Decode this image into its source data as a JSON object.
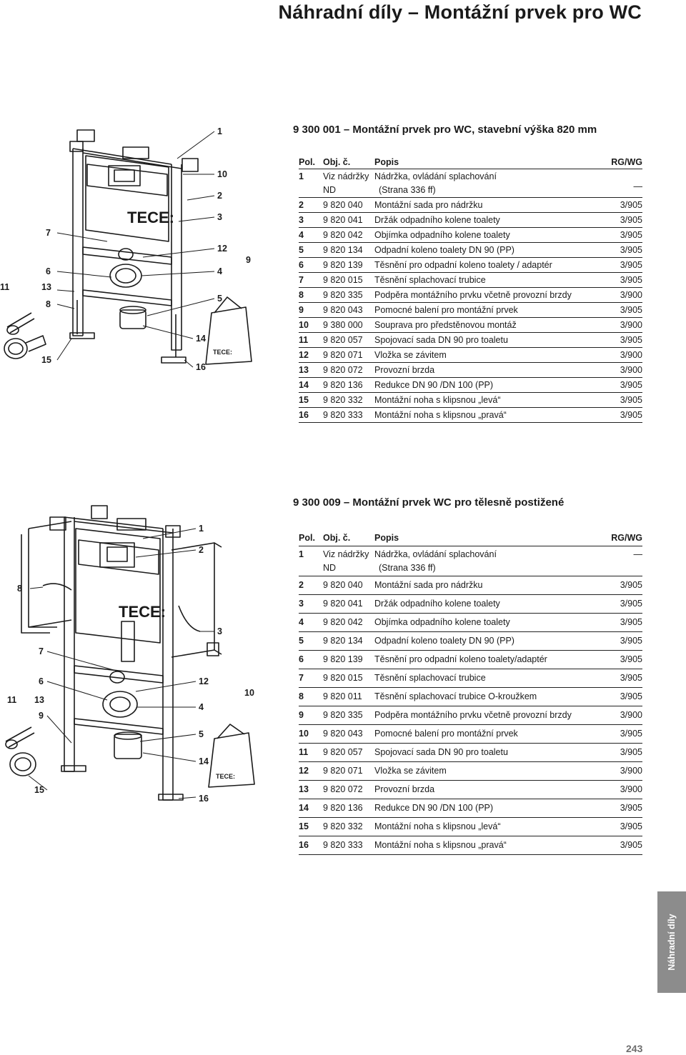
{
  "page": {
    "title": "Náhradní díly – Montážní prvek pro WC",
    "side_tab": "Náhradní díly",
    "page_number": "243"
  },
  "sections": [
    {
      "title": "9 300 001 – Montážní prvek pro WC, stavební výška 820 mm",
      "header": {
        "pos": "Pol.",
        "obj": "Obj. č.",
        "desc": "Popis",
        "rg": "RG/WG"
      },
      "rows": [
        {
          "pos": "1",
          "obj": "Viz nádržky",
          "obj2": "ND",
          "desc": "Nádržka, ovládání splachování",
          "desc2": "(Strana 336 ff)",
          "rg": "—"
        },
        {
          "pos": "2",
          "obj": "9 820 040",
          "desc": "Montážní sada pro nádržku",
          "rg": "3/905"
        },
        {
          "pos": "3",
          "obj": "9 820 041",
          "desc": "Držák odpadního kolene toalety",
          "rg": "3/905"
        },
        {
          "pos": "4",
          "obj": "9 820 042",
          "desc": "Objímka odpadního kolene toalety",
          "rg": "3/905"
        },
        {
          "pos": "5",
          "obj": "9 820 134",
          "desc": "Odpadní koleno toalety DN 90 (PP)",
          "rg": "3/905"
        },
        {
          "pos": "6",
          "obj": "9 820 139",
          "desc": "Těsnění pro odpadní koleno toalety / adaptér",
          "rg": "3/905"
        },
        {
          "pos": "7",
          "obj": "9 820 015",
          "desc": "Těsnění splachovací trubice",
          "rg": "3/905"
        },
        {
          "pos": "8",
          "obj": "9 820 335",
          "desc": "Podpěra montážního prvku včetně provozní brzdy",
          "rg": "3/900"
        },
        {
          "pos": "9",
          "obj": "9 820 043",
          "desc": "Pomocné balení pro montážní prvek",
          "rg": "3/905"
        },
        {
          "pos": "10",
          "obj": "9 380 000",
          "desc": "Souprava pro předstěnovou montáž",
          "rg": "3/900"
        },
        {
          "pos": "11",
          "obj": "9 820 057",
          "desc": "Spojovací sada DN 90 pro toaletu",
          "rg": "3/905"
        },
        {
          "pos": "12",
          "obj": "9 820 071",
          "desc": "Vložka se závitem",
          "rg": "3/900"
        },
        {
          "pos": "13",
          "obj": "9 820 072",
          "desc": "Provozní brzda",
          "rg": "3/900"
        },
        {
          "pos": "14",
          "obj": "9 820 136",
          "desc": "Redukce DN 90 /DN 100 (PP)",
          "rg": "3/905"
        },
        {
          "pos": "15",
          "obj": "9 820 332",
          "desc": "Montážní noha s klipsnou „levá“",
          "rg": "3/905"
        },
        {
          "pos": "16",
          "obj": "9 820 333",
          "desc": "Montážní noha s klipsnou „pravá“",
          "rg": "3/905"
        }
      ],
      "diagram": {
        "logo": "TECE:",
        "bag_logo": "TECE:",
        "callouts": [
          "1",
          "10",
          "2",
          "3",
          "7",
          "12",
          "9",
          "6",
          "4",
          "11",
          "13",
          "8",
          "5",
          "14",
          "15",
          "16"
        ]
      }
    },
    {
      "title": "9 300 009 – Montážní prvek WC pro tělesně postižené",
      "header": {
        "pos": "Pol.",
        "obj": "Obj. č.",
        "desc": "Popis",
        "rg": "RG/WG"
      },
      "rows": [
        {
          "pos": "1",
          "obj": "Viz nádržky",
          "obj2": "ND",
          "desc": "Nádržka, ovládání splachování",
          "desc2": "(Strana 336 ff)",
          "rg": "—"
        },
        {
          "pos": "2",
          "obj": "9 820 040",
          "desc": "Montážní sada pro nádržku",
          "rg": "3/905"
        },
        {
          "pos": "3",
          "obj": "9 820 041",
          "desc": "Držák odpadního kolene toalety",
          "rg": "3/905"
        },
        {
          "pos": "4",
          "obj": "9 820 042",
          "desc": "Objímka odpadního kolene toalety",
          "rg": "3/905"
        },
        {
          "pos": "5",
          "obj": "9 820 134",
          "desc": "Odpadní koleno toalety DN 90 (PP)",
          "rg": "3/905"
        },
        {
          "pos": "6",
          "obj": "9 820 139",
          "desc": "Těsnění pro odpadní koleno toalety/adaptér",
          "rg": "3/905"
        },
        {
          "pos": "7",
          "obj": "9 820 015",
          "desc": "Těsnění splachovací trubice",
          "rg": "3/905"
        },
        {
          "pos": "8",
          "obj": "9 820 011",
          "desc": "Těsnění splachovací trubice O-kroužkem",
          "rg": "3/905"
        },
        {
          "pos": "9",
          "obj": "9 820 335",
          "desc": "Podpěra montážního prvku včetně provozní brzdy",
          "rg": "3/900"
        },
        {
          "pos": "10",
          "obj": "9 820 043",
          "desc": "Pomocné balení pro montážní prvek",
          "rg": "3/905"
        },
        {
          "pos": "11",
          "obj": "9 820 057",
          "desc": "Spojovací sada DN 90 pro toaletu",
          "rg": "3/905"
        },
        {
          "pos": "12",
          "obj": "9 820 071",
          "desc": "Vložka se závitem",
          "rg": "3/900"
        },
        {
          "pos": "13",
          "obj": "9 820 072",
          "desc": "Provozní brzda",
          "rg": "3/900"
        },
        {
          "pos": "14",
          "obj": "9 820 136",
          "desc": "Redukce DN 90 /DN 100 (PP)",
          "rg": "3/905"
        },
        {
          "pos": "15",
          "obj": "9 820 332",
          "desc": "Montážní noha s klipsnou „levá“",
          "rg": "3/905"
        },
        {
          "pos": "16",
          "obj": "9 820 333",
          "desc": "Montážní noha s klipsnou „pravá“",
          "rg": "3/905"
        }
      ],
      "diagram": {
        "logo": "TECE:",
        "bag_logo": "TECE:",
        "callouts": [
          "1",
          "2",
          "8",
          "3",
          "7",
          "6",
          "12",
          "11",
          "13",
          "10",
          "9",
          "4",
          "5",
          "14",
          "15",
          "16"
        ]
      }
    }
  ]
}
